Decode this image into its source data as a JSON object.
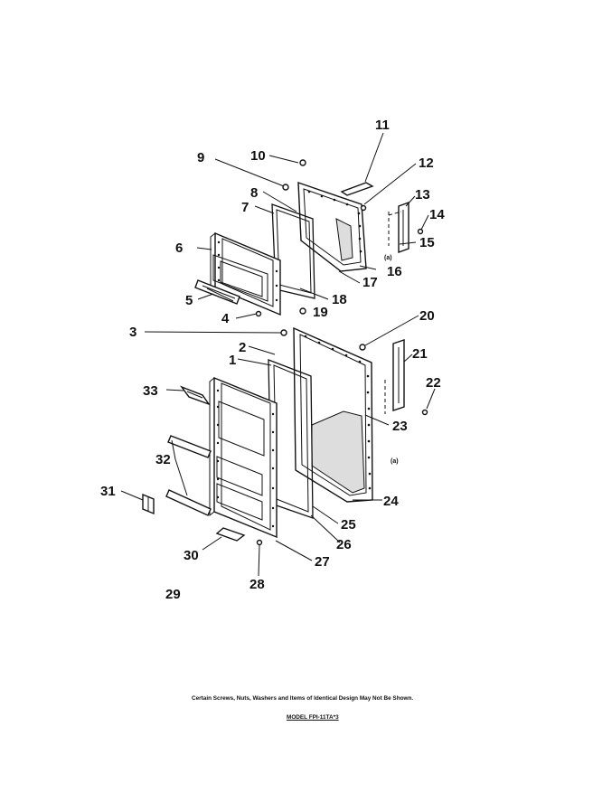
{
  "callouts": [
    "1",
    "2",
    "3",
    "4",
    "5",
    "6",
    "7",
    "8",
    "9",
    "10",
    "11",
    "12",
    "13",
    "14",
    "15",
    "16",
    "17",
    "18",
    "19",
    "20",
    "21",
    "22",
    "23",
    "24",
    "25",
    "26",
    "27",
    "28",
    "29",
    "30",
    "31",
    "32",
    "33"
  ],
  "small_marks": [
    "(a)",
    "(a)"
  ],
  "footnote": "Certain Screws, Nuts, Washers and Items of Identical Design May Not Be Shown.",
  "model": "MODEL FPI-11TA*3",
  "colors": {
    "ink": "#111111",
    "background": "#ffffff"
  }
}
